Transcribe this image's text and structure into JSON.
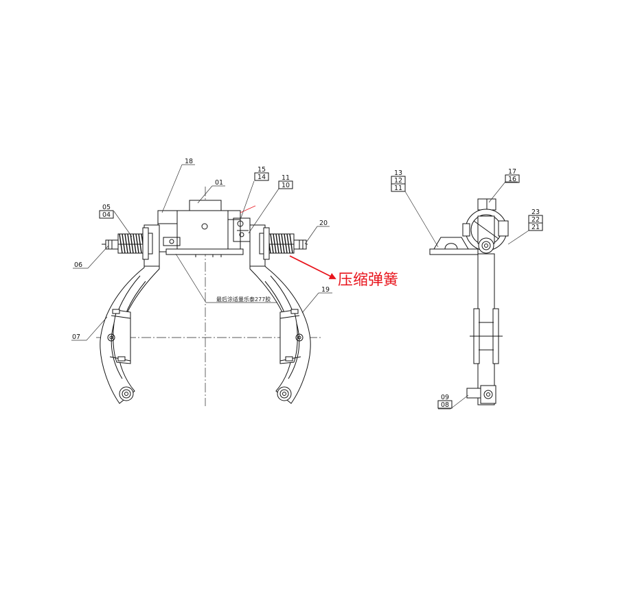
{
  "callout_label": "压缩弹簧",
  "note_text": "最后涂适量乐泰277胶",
  "part_numbers": {
    "p01": "01",
    "p04": "04",
    "p05": "05",
    "p06": "06",
    "p07": "07",
    "p08": "08",
    "p09": "09",
    "p10": "10",
    "p11a": "11",
    "p11b": "11",
    "p12": "12",
    "p13": "13",
    "p14": "14",
    "p15": "15",
    "p16": "16",
    "p17": "17",
    "p18": "18",
    "p19": "19",
    "p20": "20",
    "p21": "21",
    "p22": "22",
    "p23": "23"
  },
  "colors": {
    "line": "#111111",
    "callout": "#e8141c"
  }
}
